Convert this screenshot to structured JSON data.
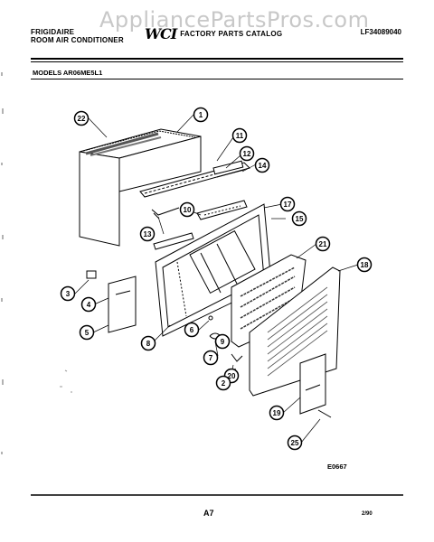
{
  "header": {
    "brand_line1": "FRIGIDAIRE",
    "brand_line2": "ROOM AIR CONDITIONER",
    "logo_text": "WCI",
    "catalog_title": "FACTORY PARTS CATALOG",
    "catalog_number": "LF34089040"
  },
  "watermark": "AppliancePartsPros.com",
  "models_label": "MODELS AR06ME5L1",
  "callouts": [
    "22",
    "1",
    "11",
    "12",
    "14",
    "13",
    "10",
    "17",
    "15",
    "21",
    "18",
    "3",
    "4",
    "5",
    "6",
    "9",
    "7",
    "20",
    "2",
    "19",
    "25",
    "8"
  ],
  "footer": {
    "diagram_code": "E0667",
    "page_number": "A7",
    "date": "2/90"
  }
}
